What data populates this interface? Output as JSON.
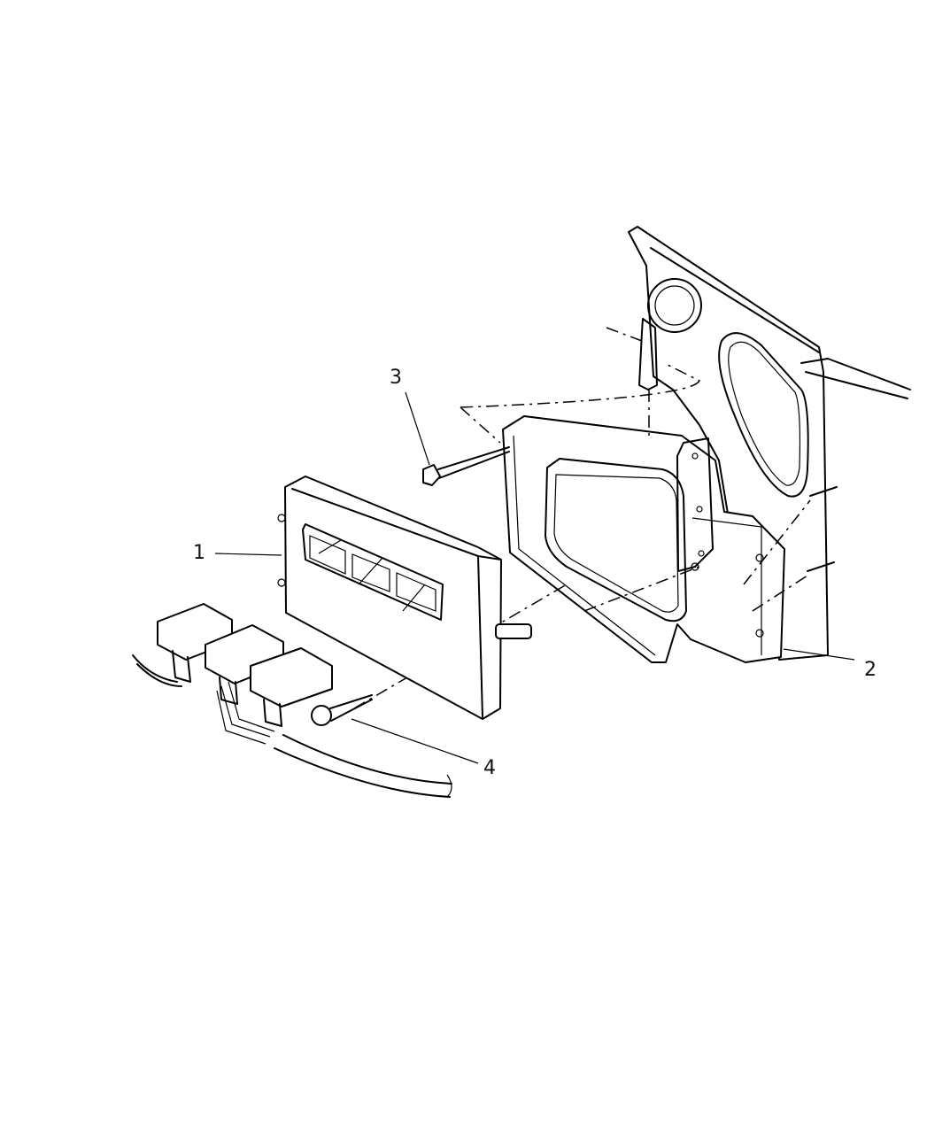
{
  "diagram": {
    "callouts": [
      {
        "number": "1",
        "part": "ecu-module"
      },
      {
        "number": "2",
        "part": "mounting-bracket"
      },
      {
        "number": "3",
        "part": "upper-bolt"
      },
      {
        "number": "4",
        "part": "lower-bolt"
      }
    ],
    "line_color": "#000000",
    "background": "#ffffff"
  }
}
